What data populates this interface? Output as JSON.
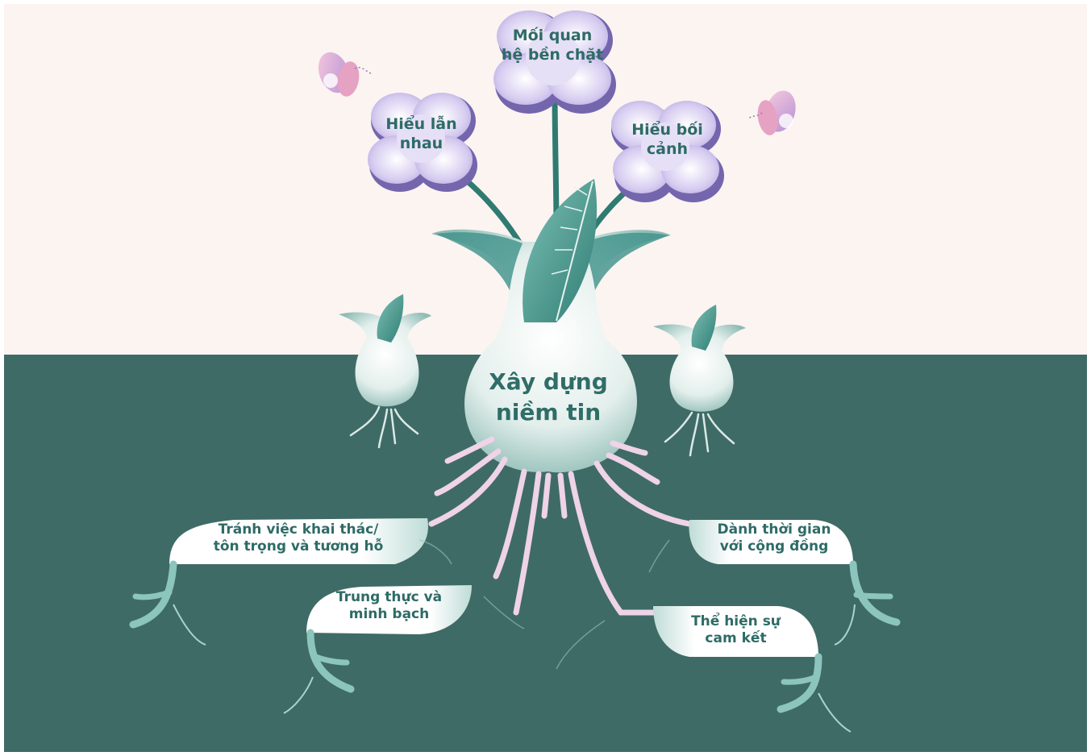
{
  "center": {
    "line1": "Xây dựng",
    "line2": "niềm tin"
  },
  "flowers": [
    {
      "line1": "Mối quan",
      "line2": "hệ bền chặt"
    },
    {
      "line1": "Hiểu lẫn",
      "line2": "nhau"
    },
    {
      "line1": "Hiểu bối",
      "line2": "cảnh"
    }
  ],
  "roots": [
    {
      "line1": "Tránh việc khai thác/",
      "line2": "tôn trọng và tương hỗ"
    },
    {
      "line1": "Trung thực và",
      "line2": "minh bạch"
    },
    {
      "line1": "Dành thời gian",
      "line2": "với cộng đồng"
    },
    {
      "line1": "Thể hiện sự",
      "line2": "cam kết"
    }
  ],
  "colors": {
    "sky": "#fbf4f1",
    "soil": "#3f6b66",
    "stem": "#2f7b72",
    "petal": "#cfc4ec",
    "petal_shade": "#6f61a6",
    "bulb": "#e9f1ef",
    "label": "#2e6b66",
    "root_pink": "#efd3e8",
    "butterfly": "#e6a2c3"
  }
}
